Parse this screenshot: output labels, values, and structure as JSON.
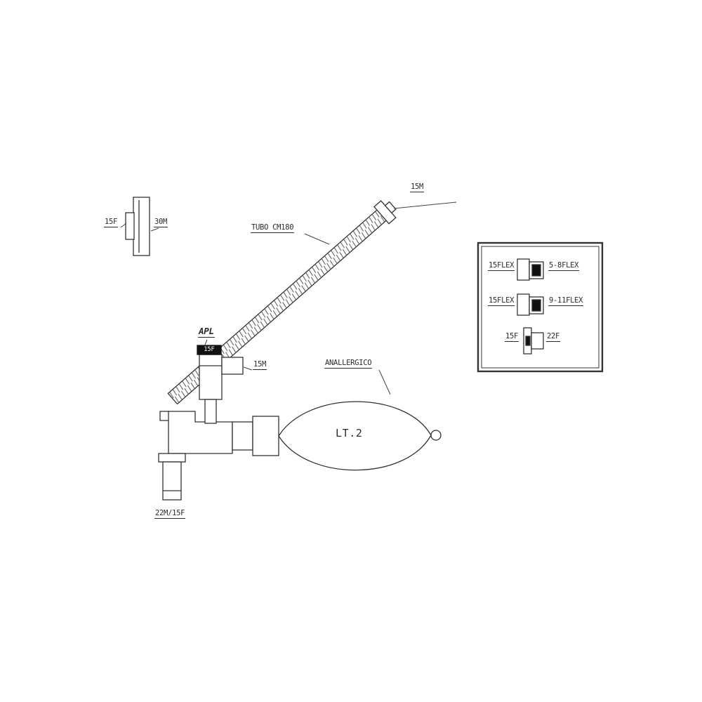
{
  "page": {
    "background": "#ffffff",
    "ink": "#2b2b2b"
  },
  "diagram": {
    "machine_adapter": {
      "female_label": "15F",
      "male_label": "30M"
    },
    "tube": {
      "name_label": "TUBO CM180",
      "machine_end_label": "15M",
      "circuit_end_badge": "15F"
    },
    "apl_valve": {
      "label": "APL",
      "side_port_label": "15M"
    },
    "bag": {
      "material_label": "ANALLERGICO",
      "volume_label": "LT.2"
    },
    "patient_connector": {
      "label": "22M/15F"
    },
    "legend": {
      "rows": [
        {
          "left": "15FLEX",
          "right": "5-8FLEX"
        },
        {
          "left": "15FLEX",
          "right": "9-11FLEX"
        },
        {
          "left": "15F",
          "right": "22F"
        }
      ]
    }
  }
}
